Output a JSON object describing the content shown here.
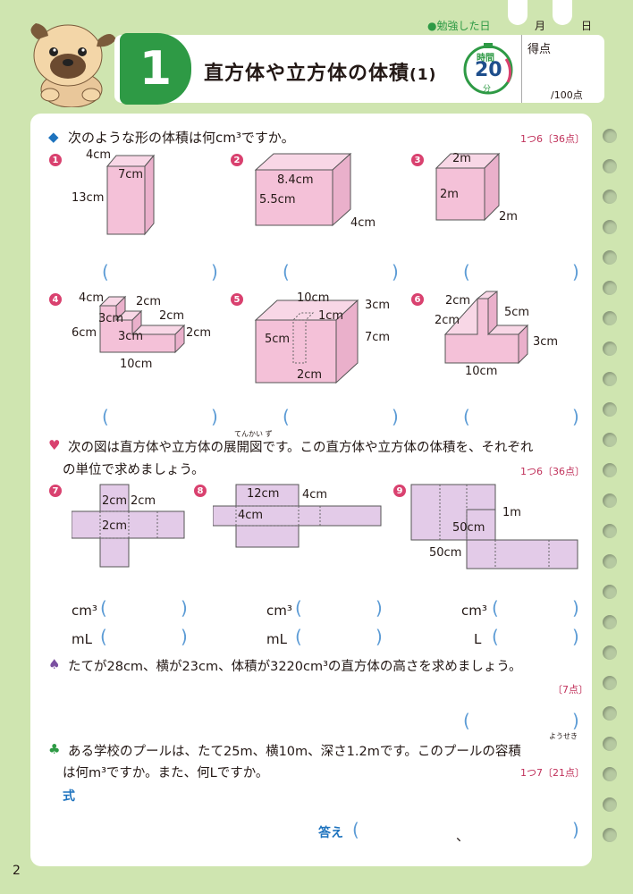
{
  "header": {
    "study_date_label": "●勉強した日",
    "month_label": "月",
    "day_label": "日",
    "unit_number": "1",
    "title": "直方体や立方体の体積",
    "title_suffix": "(1)",
    "timer": {
      "label": "時間",
      "minutes": "20",
      "unit": "分"
    },
    "score_label": "得点",
    "score_max": "/100点"
  },
  "colors": {
    "accent_green": "#2e9a45",
    "pink": "#d9416f",
    "blue": "#5b9bd5",
    "background": "#cfe5b0"
  },
  "q1": {
    "icon": "◆",
    "text": "次のような形の体積は何cm³ですか。",
    "points": "1つ6〔36点〕",
    "items": [
      {
        "num": "1",
        "labels": [
          "4cm",
          "7cm",
          "13cm"
        ]
      },
      {
        "num": "2",
        "labels": [
          "8.4cm",
          "5.5cm",
          "4cm"
        ]
      },
      {
        "num": "3",
        "labels": [
          "2m",
          "2m",
          "2m"
        ]
      },
      {
        "num": "4",
        "labels": [
          "4cm",
          "2cm",
          "3cm",
          "2cm",
          "6cm",
          "3cm",
          "2cm",
          "10cm"
        ]
      },
      {
        "num": "5",
        "labels": [
          "10cm",
          "3cm",
          "1cm",
          "5cm",
          "7cm",
          "2cm"
        ]
      },
      {
        "num": "6",
        "labels": [
          "2cm",
          "5cm",
          "2cm",
          "3cm",
          "10cm"
        ]
      }
    ]
  },
  "q2": {
    "icon": "♥",
    "ruby": "てんかい ず",
    "text_line1": "次の図は直方体や立方体の展開図です。この直方体や立方体の体積を、それぞれ",
    "text_line2": "の単位で求めましょう。",
    "points": "1つ6〔36点〕",
    "items": [
      {
        "num": "7",
        "labels": [
          "2cm",
          "2cm",
          "2cm"
        ],
        "units": [
          "cm³",
          "mL"
        ]
      },
      {
        "num": "8",
        "labels": [
          "12cm",
          "4cm",
          "4cm"
        ],
        "units": [
          "cm³",
          "mL"
        ]
      },
      {
        "num": "9",
        "labels": [
          "1m",
          "50cm",
          "50cm"
        ],
        "units": [
          "cm³",
          "L"
        ]
      }
    ]
  },
  "q3": {
    "icon": "♠",
    "text": "たてが28cm、横が23cm、体積が3220cm³の直方体の高さを求めましょう。",
    "points": "〔7点〕"
  },
  "q4": {
    "icon": "♣",
    "ruby": "ようせき",
    "text_line1": "ある学校のプールは、たて25m、横10m、深さ1.2mです。このプールの容積",
    "text_line2": "は何m³ですか。また、何Lですか。",
    "points": "1つ7〔21点〕",
    "formula_label": "式",
    "answer_label": "答え",
    "answer_sep": "、"
  },
  "page_number": "2"
}
